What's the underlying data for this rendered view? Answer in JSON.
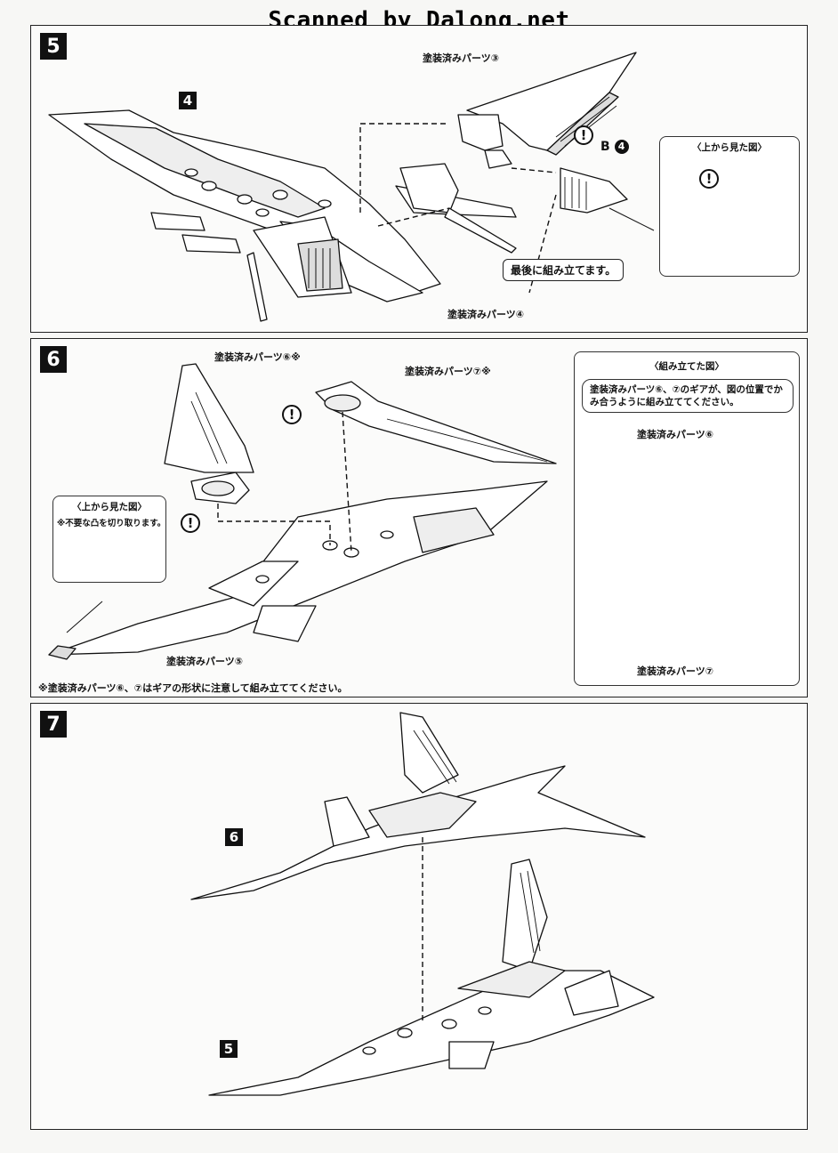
{
  "watermark": "Scanned by Dalong.net",
  "steps": [
    {
      "number": "5",
      "callout_ref": "4",
      "labels": {
        "part3": "塗装済みパーツ③",
        "part4": "塗装済みパーツ④",
        "inset_title": "〈上から見た図〉",
        "final_note": "最後に組み立てます。",
        "part_b": "B",
        "part_b_num": "4",
        "warning": "!"
      }
    },
    {
      "number": "6",
      "labels": {
        "part6": "塗装済みパーツ⑥※",
        "part7": "塗装済みパーツ⑦※",
        "part5": "塗装済みパーツ⑤",
        "inset_top_title": "〈上から見た図〉",
        "inset_top_note": "※不要な凸を切り取ります。",
        "inset_assembled_title": "〈組み立てた図〉",
        "gear_note": "塗装済みパーツ⑥、⑦のギアが、図の位置でかみ合うように組み立ててください。",
        "gear_part6": "塗装済みパーツ⑥",
        "gear_part7": "塗装済みパーツ⑦",
        "footnote": "※塗装済みパーツ⑥、⑦はギアの形状に注意して組み立ててください。",
        "warning": "!"
      }
    },
    {
      "number": "7",
      "callout_top": "6",
      "callout_bottom": "5"
    }
  ],
  "colors": {
    "ink": "#111111",
    "paper": "#fbfbfa",
    "gray_fill": "#9a9a9a"
  }
}
